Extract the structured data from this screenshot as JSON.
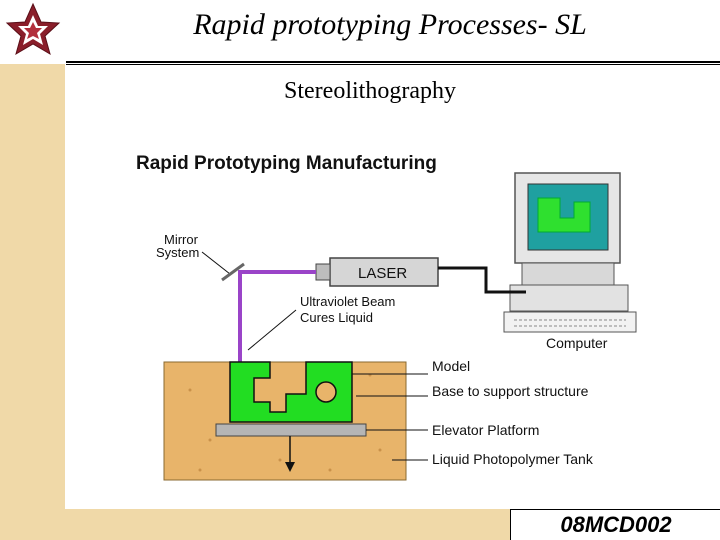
{
  "slide": {
    "title": "Rapid prototyping Processes- SL",
    "subtitle": "Stereolithography",
    "footer_code": "08MCD002"
  },
  "diagram": {
    "heading": "Rapid Prototyping Manufacturing",
    "labels": {
      "mirror_line1": "Mirror",
      "mirror_line2": "System",
      "laser": "LASER",
      "beam_line1": "Ultraviolet Beam",
      "beam_line2": "Cures Liquid",
      "computer": "Computer",
      "model": "Model",
      "base": "Base to support structure",
      "platform": "Elevator Platform",
      "tank": "Liquid Photopolymer Tank"
    },
    "colors": {
      "beam": "#9a44c8",
      "model": "#22dd22",
      "liquid": "#e8b46a",
      "screen": "#1fa0a0",
      "strip": "#f0d9a8"
    }
  },
  "icons": {
    "logo": "star-emblem-icon"
  }
}
